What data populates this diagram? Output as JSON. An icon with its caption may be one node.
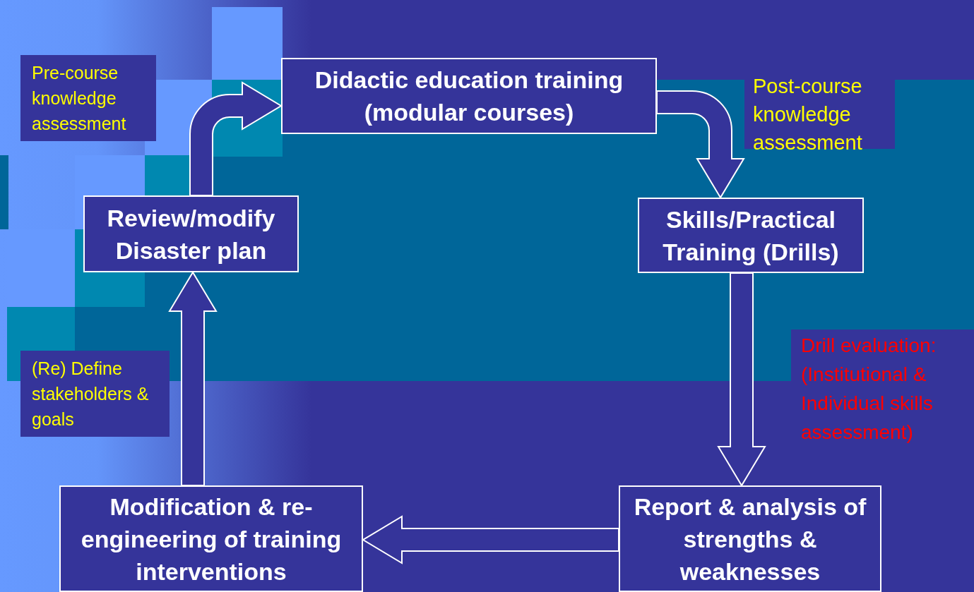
{
  "diagram": {
    "nodes": [
      {
        "text": [
          "Didactic education training (modular courses)"
        ]
      },
      {
        "text": [
          "Post-course knowledge assessment"
        ]
      },
      {
        "text": [
          "Skills/Practical Training (Drills)"
        ]
      },
      {
        "text": [
          "Drill evaluation: (Institutional & Individual skills assessment)"
        ]
      },
      {
        "text": [
          "Report & analysis of strengths & weaknesses"
        ]
      },
      {
        "text": [
          "Modification & re-engineering of training interventions"
        ]
      },
      {
        "text": [
          "(Re) Define stakeholders & goals"
        ]
      },
      {
        "text": [
          "Review/modify Disaster plan"
        ]
      },
      {
        "text": [
          "Pre-course knowledge assessment"
        ]
      }
    ],
    "edges": [
      {
        "from": 7,
        "to": 0,
        "arrow": "to"
      },
      {
        "from": 0,
        "to": 2,
        "arrow": "to"
      },
      {
        "from": 2,
        "to": 4,
        "arrow": "to"
      },
      {
        "from": 4,
        "to": 5,
        "arrow": "to"
      },
      {
        "from": 5,
        "to": 7,
        "arrow": "to"
      }
    ]
  }
}
